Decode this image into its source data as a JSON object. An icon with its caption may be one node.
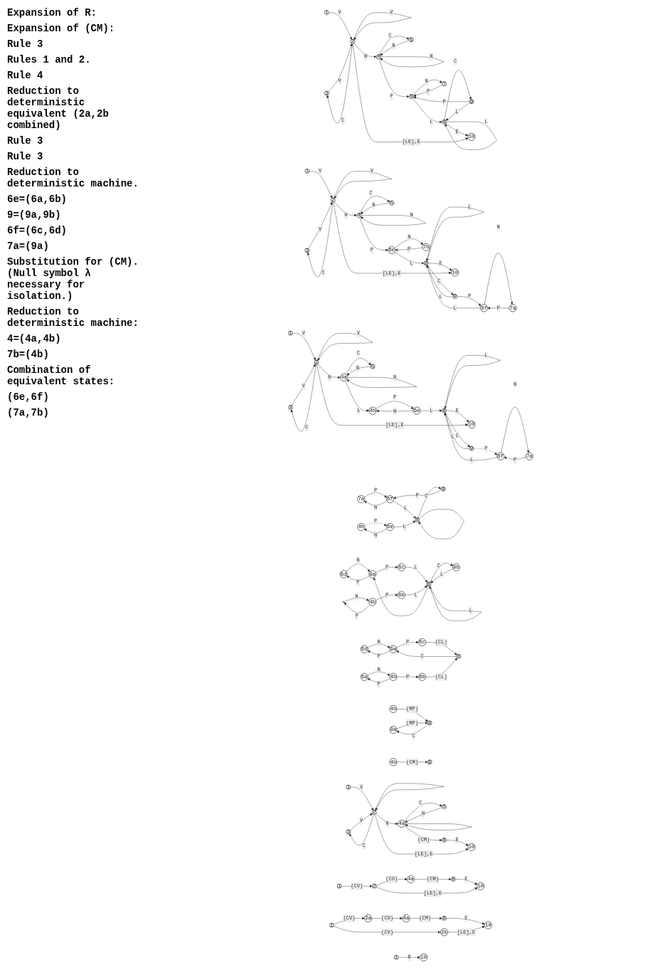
{
  "diagram": {
    "nodes": [
      {
        "text": [
          "1"
        ]
      },
      {
        "text": [
          "10"
        ]
      },
      {
        "text": [
          "1"
        ]
      },
      {
        "text": [
          "2a"
        ]
      },
      {
        "text": [
          "4a"
        ]
      },
      {
        "text": [
          "8"
        ]
      },
      {
        "text": [
          "10"
        ]
      },
      {
        "text": [
          "2b"
        ]
      },
      {
        "text": [
          "1"
        ]
      },
      {
        "text": [
          "2"
        ]
      },
      {
        "text": [
          "4a"
        ]
      },
      {
        "text": [
          "8"
        ]
      },
      {
        "text": [
          "10"
        ]
      },
      {
        "text": [
          "3"
        ]
      },
      {
        "text": [
          "5"
        ]
      },
      {
        "text": [
          "1"
        ]
      },
      {
        "text": [
          "2"
        ]
      },
      {
        "text": [
          "4a"
        ]
      },
      {
        "text": [
          "8"
        ]
      },
      {
        "text": [
          "10"
        ]
      },
      {
        "text": [
          "4b"
        ]
      },
      {
        "text": [
          "8"
        ]
      },
      {
        "text": [
          "9a"
        ]
      },
      {
        "text": [
          "4b"
        ]
      },
      {
        "text": [
          "8"
        ]
      },
      {
        "text": [
          "6d"
        ]
      },
      {
        "text": [
          "9a"
        ]
      },
      {
        "text": [
          "6c"
        ]
      },
      {
        "text": [
          "6a"
        ]
      },
      {
        "text": [
          "4b"
        ]
      },
      {
        "text": [
          "6b"
        ]
      },
      {
        "text": [
          "8"
        ]
      },
      {
        "text": [
          "6d"
        ]
      },
      {
        "text": [
          "9a"
        ]
      },
      {
        "text": [
          "6c"
        ]
      },
      {
        "text": [],
        "shape": "circle"
      },
      {
        "text": [
          "4b"
        ]
      },
      {
        "text": [
          "6b"
        ]
      },
      {
        "text": [
          "8"
        ]
      },
      {
        "text": [
          "9b"
        ]
      },
      {
        "text": [
          "7a"
        ]
      },
      {
        "text": [
          "6f"
        ]
      },
      {
        "text": [
          "9"
        ]
      },
      {
        "text": [
          "4b"
        ]
      },
      {
        "text": [
          "6e"
        ]
      },
      {
        "text": [
          "8"
        ]
      },
      {
        "text": [
          "3"
        ]
      },
      {
        "text": [
          "5"
        ]
      },
      {
        "text": [
          "9"
        ]
      },
      {
        "text": [
          "6f"
        ]
      },
      {
        "text": [
          "7a"
        ]
      },
      {
        "text": [
          "1"
        ]
      },
      {
        "text": [
          "2"
        ]
      },
      {
        "text": [
          "4a"
        ]
      },
      {
        "text": [
          "4b"
        ]
      },
      {
        "text": [
          "6e"
        ]
      },
      {
        "text": [
          "8"
        ]
      },
      {
        "text": [
          "10"
        ]
      },
      {
        "text": [
          "3"
        ]
      },
      {
        "text": [
          "5"
        ]
      },
      {
        "text": [
          "7b"
        ]
      },
      {
        "text": [
          "9"
        ]
      },
      {
        "text": [
          "6f"
        ]
      },
      {
        "text": [
          "7a"
        ]
      },
      {
        "text": [
          "1"
        ]
      },
      {
        "text": [
          "2"
        ]
      },
      {
        "text": [
          "4"
        ]
      },
      {
        "text": [
          "6e"
        ]
      },
      {
        "text": [
          "8"
        ]
      },
      {
        "text": [
          "10"
        ]
      },
      {
        "text": [
          "3"
        ]
      },
      {
        "text": [
          "5"
        ]
      },
      {
        "text": [
          "7"
        ]
      },
      {
        "text": [
          "9"
        ]
      },
      {
        "text": [
          "1"
        ]
      },
      {
        "text": [
          "2"
        ]
      },
      {
        "text": [
          "4"
        ]
      },
      {
        "text": [
          "6"
        ]
      },
      {
        "text": [
          "8"
        ]
      },
      {
        "text": [
          "10"
        ]
      }
    ],
    "edges": [
      {
        "from": 0,
        "to": 1,
        "arrow": "to",
        "label": "R"
      },
      {
        "from": 2,
        "to": 3,
        "arrow": "to",
        "label": "(CV)"
      },
      {
        "from": 3,
        "to": 4,
        "arrow": "to",
        "label": "(CO)"
      },
      {
        "from": 4,
        "to": 5,
        "arrow": "to",
        "label": "(CM)"
      },
      {
        "from": 5,
        "to": 6,
        "arrow": "to",
        "label": "E"
      },
      {
        "from": 2,
        "to": 7,
        "arrow": "to",
        "label": "(CV)"
      },
      {
        "from": 7,
        "to": 6,
        "arrow": "to",
        "label": "[LE],E"
      },
      {
        "from": 8,
        "to": 9,
        "arrow": "to",
        "label": "(CV)"
      },
      {
        "from": 9,
        "to": 10,
        "arrow": "to",
        "label": "(CO)"
      },
      {
        "from": 10,
        "to": 11,
        "arrow": "to",
        "label": "(CM)"
      },
      {
        "from": 11,
        "to": 12,
        "arrow": "to",
        "label": "E"
      },
      {
        "from": 9,
        "to": 12,
        "arrow": "to",
        "label": "[LE],E"
      },
      {
        "from": 15,
        "to": 16,
        "arrow": "to",
        "label": "V"
      },
      {
        "from": 16,
        "to": 13,
        "arrow": "to",
        "label": "C"
      },
      {
        "from": 13,
        "to": 16,
        "arrow": "to",
        "label": "V"
      },
      {
        "from": 16,
        "to": 16,
        "arrow": "to"
      },
      {
        "from": 16,
        "to": 17,
        "arrow": "to",
        "label": "N"
      },
      {
        "from": 17,
        "to": 14,
        "arrow": "to",
        "label": "C"
      },
      {
        "from": 14,
        "to": 17,
        "arrow": "to",
        "label": "N"
      },
      {
        "from": 17,
        "to": 17,
        "arrow": "to"
      },
      {
        "from": 17,
        "to": 18,
        "arrow": "to",
        "label": "(CM)"
      },
      {
        "from": 18,
        "to": 19,
        "arrow": "to",
        "label": "E"
      },
      {
        "from": 16,
        "to": 19,
        "arrow": "to",
        "label": "[LE],E"
      },
      {
        "from": 20,
        "to": 21,
        "arrow": "to",
        "label": "(CM)"
      },
      {
        "from": 23,
        "to": 24,
        "arrow": "to",
        "label": "(MP)"
      },
      {
        "from": 24,
        "to": 22,
        "arrow": "to",
        "label": "C"
      },
      {
        "from": 22,
        "to": 24,
        "arrow": "to",
        "label": "(MP)"
      },
      {
        "from": 25,
        "to": 26,
        "arrow": "to",
        "label": "N"
      },
      {
        "from": 26,
        "to": 25,
        "arrow": "to",
        "label": "P"
      },
      {
        "from": 26,
        "to": 27,
        "arrow": "to",
        "label": "P"
      },
      {
        "from": 31,
        "to": 26,
        "arrow": "to",
        "label": "C"
      },
      {
        "from": 27,
        "to": 31,
        "arrow": "to",
        "label": "(CL)"
      },
      {
        "from": 28,
        "to": 29,
        "arrow": "to",
        "label": "N"
      },
      {
        "from": 29,
        "to": 28,
        "arrow": "to",
        "label": "P"
      },
      {
        "from": 29,
        "to": 30,
        "arrow": "to",
        "label": "P"
      },
      {
        "from": 30,
        "to": 31,
        "arrow": "to",
        "label": "(CL)"
      },
      {
        "from": 32,
        "to": 33,
        "arrow": "to",
        "label": "N"
      },
      {
        "from": 33,
        "to": 32,
        "arrow": "to",
        "label": "P"
      },
      {
        "from": 33,
        "to": 34,
        "arrow": "to",
        "label": "P"
      },
      {
        "from": 38,
        "to": 33,
        "arrow": "to"
      },
      {
        "from": 34,
        "to": 38,
        "arrow": "to",
        "label": "L"
      },
      {
        "from": 35,
        "to": 36,
        "arrow": "to",
        "label": "N"
      },
      {
        "from": 36,
        "to": 35,
        "arrow": "to",
        "label": "P"
      },
      {
        "from": 36,
        "to": 37,
        "arrow": "to",
        "label": "P"
      },
      {
        "from": 37,
        "to": 38,
        "arrow": "to",
        "label": "L"
      },
      {
        "from": 38,
        "to": 39,
        "arrow": "to",
        "label": "C"
      },
      {
        "from": 39,
        "to": 38,
        "arrow": "to",
        "label": "L"
      },
      {
        "from": 38,
        "to": 38,
        "arrow": "to",
        "label": "L"
      },
      {
        "from": 40,
        "to": 41,
        "arrow": "to",
        "label": "P"
      },
      {
        "from": 41,
        "to": 40,
        "arrow": "to",
        "label": "N"
      },
      {
        "from": 42,
        "to": 41,
        "arrow": "to",
        "label": "P"
      },
      {
        "from": 41,
        "to": 45,
        "arrow": "to",
        "label": "L"
      },
      {
        "from": 45,
        "to": 42,
        "arrow": "to",
        "label": "C"
      },
      {
        "from": 43,
        "to": 44,
        "arrow": "to",
        "label": "P",
        "style": "dashed"
      },
      {
        "from": 44,
        "to": 43,
        "arrow": "to",
        "label": "N"
      },
      {
        "from": 44,
        "to": 45,
        "arrow": "to",
        "label": "L"
      },
      {
        "from": 45,
        "to": 45,
        "arrow": "to"
      },
      {
        "from": 51,
        "to": 52,
        "arrow": "to",
        "label": "V"
      },
      {
        "from": 52,
        "to": 46,
        "arrow": "to",
        "label": "C"
      },
      {
        "from": 46,
        "to": 52,
        "arrow": "to",
        "label": "V"
      },
      {
        "from": 52,
        "to": 52,
        "arrow": "to",
        "label": "V"
      },
      {
        "from": 52,
        "to": 53,
        "arrow": "to",
        "label": "N"
      },
      {
        "from": 53,
        "to": 47,
        "arrow": "to",
        "label": "C"
      },
      {
        "from": 47,
        "to": 53,
        "arrow": "to",
        "label": "N"
      },
      {
        "from": 53,
        "to": 53,
        "arrow": "to",
        "label": "N"
      },
      {
        "from": 53,
        "to": 54,
        "arrow": "to",
        "label": "λ"
      },
      {
        "from": 54,
        "to": 55,
        "arrow": "to",
        "label": "P"
      },
      {
        "from": 55,
        "to": 54,
        "arrow": "to",
        "label": "N"
      },
      {
        "from": 55,
        "to": 56,
        "arrow": "to",
        "label": "L"
      },
      {
        "from": 56,
        "to": 56,
        "arrow": "to",
        "label": "L"
      },
      {
        "from": 56,
        "to": 48,
        "arrow": "to",
        "label": "C"
      },
      {
        "from": 48,
        "to": 56,
        "arrow": "to",
        "label": "L"
      },
      {
        "from": 48,
        "to": 49,
        "arrow": "to",
        "label": "P",
        "style": "dashed"
      },
      {
        "from": 49,
        "to": 56,
        "arrow": "to",
        "label": "L"
      },
      {
        "from": 49,
        "to": 50,
        "arrow": "to",
        "label": "N"
      },
      {
        "from": 50,
        "to": 49,
        "arrow": "to",
        "label": "P"
      },
      {
        "from": 56,
        "to": 57,
        "arrow": "to",
        "label": "E"
      },
      {
        "from": 52,
        "to": 57,
        "arrow": "to",
        "label": "[LE],E"
      },
      {
        "from": 64,
        "to": 65,
        "arrow": "to",
        "label": "V"
      },
      {
        "from": 65,
        "to": 58,
        "arrow": "to",
        "label": "C"
      },
      {
        "from": 58,
        "to": 65,
        "arrow": "to",
        "label": "V"
      },
      {
        "from": 65,
        "to": 65,
        "arrow": "to",
        "label": "V"
      },
      {
        "from": 65,
        "to": 66,
        "arrow": "to",
        "label": "N"
      },
      {
        "from": 66,
        "to": 59,
        "arrow": "to",
        "label": "C"
      },
      {
        "from": 59,
        "to": 66,
        "arrow": "to",
        "label": "N"
      },
      {
        "from": 66,
        "to": 66,
        "arrow": "to",
        "label": "N"
      },
      {
        "from": 66,
        "to": 67,
        "arrow": "to",
        "label": "P"
      },
      {
        "from": 67,
        "to": 60,
        "arrow": "to",
        "label": "N"
      },
      {
        "from": 60,
        "to": 67,
        "arrow": "to",
        "label": "P"
      },
      {
        "from": 67,
        "to": 68,
        "arrow": "to",
        "label": "L"
      },
      {
        "from": 68,
        "to": 68,
        "arrow": "to",
        "label": "L"
      },
      {
        "from": 68,
        "to": 61,
        "arrow": "to",
        "label": "C"
      },
      {
        "from": 61,
        "to": 68,
        "arrow": "to",
        "label": "L"
      },
      {
        "from": 61,
        "to": 62,
        "arrow": "to",
        "label": "P"
      },
      {
        "from": 62,
        "to": 68,
        "arrow": "to",
        "label": "L"
      },
      {
        "from": 62,
        "to": 63,
        "arrow": "to",
        "label": "N"
      },
      {
        "from": 63,
        "to": 62,
        "arrow": "to",
        "label": "P"
      },
      {
        "from": 68,
        "to": 69,
        "arrow": "to",
        "label": "E"
      },
      {
        "from": 65,
        "to": 69,
        "arrow": "to",
        "label": "[LE],E"
      },
      {
        "from": 74,
        "to": 75,
        "arrow": "to",
        "label": "V"
      },
      {
        "from": 75,
        "to": 70,
        "arrow": "to",
        "label": "C"
      },
      {
        "from": 70,
        "to": 75,
        "arrow": "to",
        "label": "V"
      },
      {
        "from": 75,
        "to": 75,
        "arrow": "to",
        "label": "V"
      },
      {
        "from": 75,
        "to": 76,
        "arrow": "to",
        "label": "N"
      },
      {
        "from": 76,
        "to": 71,
        "arrow": "to",
        "label": "C"
      },
      {
        "from": 71,
        "to": 76,
        "arrow": "to",
        "label": "N"
      },
      {
        "from": 76,
        "to": 76,
        "arrow": "to",
        "label": "N"
      },
      {
        "from": 76,
        "to": 77,
        "arrow": "to",
        "label": "P"
      },
      {
        "from": 77,
        "to": 72,
        "arrow": "to",
        "label": "N"
      },
      {
        "from": 72,
        "to": 77,
        "arrow": "to",
        "label": "P"
      },
      {
        "from": 73,
        "to": 77,
        "arrow": "to",
        "label": "P"
      },
      {
        "from": 77,
        "to": 78,
        "arrow": "to",
        "label": "L"
      },
      {
        "from": 78,
        "to": 73,
        "arrow": "to",
        "label": "C"
      },
      {
        "from": 73,
        "to": 78,
        "arrow": "to",
        "label": "L"
      },
      {
        "from": 78,
        "to": 78,
        "arrow": "to",
        "label": "L"
      },
      {
        "from": 78,
        "to": 79,
        "arrow": "to",
        "label": "E"
      },
      {
        "from": 75,
        "to": 79,
        "arrow": "to",
        "label": "[LE],E"
      }
    ],
    "labels": [
      "Expansion of R:",
      "Expansion of (CM):",
      "Rule 3",
      "Rules 1 and 2.",
      "Rule 4",
      "Reduction to deterministic equivalent (2a,2b combined)",
      "Rule 3",
      "Rule 3",
      "Reduction to deterministic machine.",
      "6e=(6a,6b)",
      "9=(9a,9b)",
      "6f=(6c,6d)",
      "7a=(9a)",
      "Substitution for (CM). (Null symbol λ necessary for isolation.)",
      "Reduction to deterministic machine:",
      "4=(4a,4b)",
      "7b=(4b)",
      "Combination of equivalent states:",
      "(6e,6f)",
      "(7a,7b)"
    ]
  }
}
